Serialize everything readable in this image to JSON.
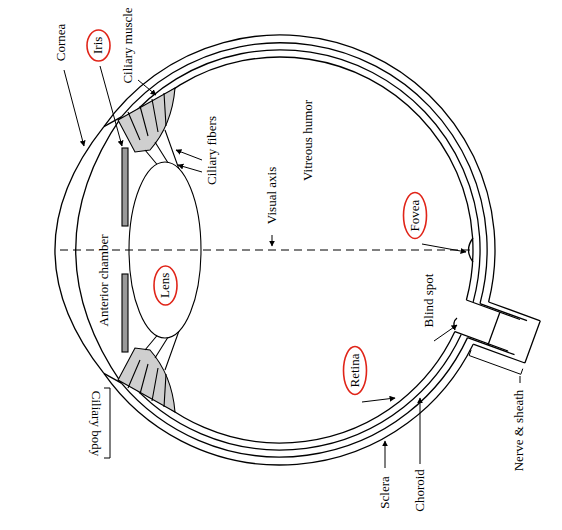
{
  "diagram": {
    "nodes": [
      {
        "text": [
          "Iris"
        ]
      },
      {
        "text": [
          "Lens"
        ]
      },
      {
        "text": [
          "Fovea"
        ]
      },
      {
        "text": [
          "Retina"
        ]
      }
    ],
    "labels": [
      "Cornea",
      "Ciliary muscle",
      "Ciliary fibers",
      "Visual axis",
      "Vitreous humor",
      "Anterior chamber",
      "Blind spot",
      "Ciliary body",
      "Sclera",
      "Choroid",
      "Nerve & sheath"
    ]
  }
}
